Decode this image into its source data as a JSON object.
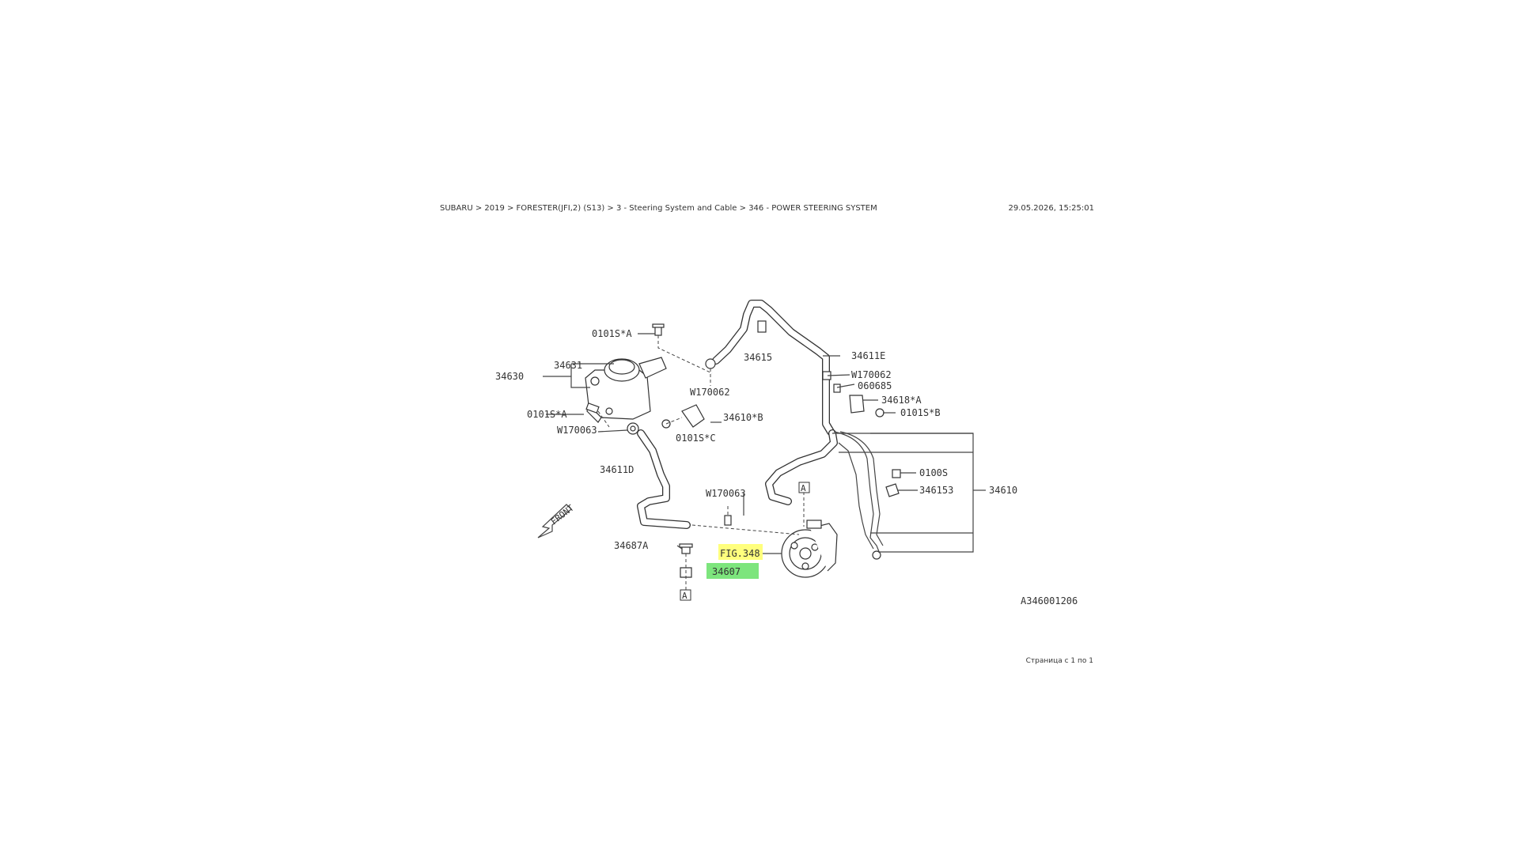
{
  "header": {
    "breadcrumb": "SUBARU > 2019 > FORESTER(JFI,2) (S13) > 3 - Steering System and Cable > 346 - POWER STEERING SYSTEM",
    "timestamp": "29.05.2026, 15:25:01"
  },
  "footer": {
    "page_info": "Страница с 1 по 1"
  },
  "diagram": {
    "figure_id": "A346001206",
    "front_label": "FRONT",
    "ref_marker": "A",
    "highlight_colors": {
      "yellow": "#ffff66",
      "green": "#66e066"
    },
    "labels": {
      "p0101s_a_top": "0101S*A",
      "p34631": "34631",
      "p34630": "34630",
      "p0101s_a_left": "0101S*A",
      "p_w170063_left": "W170063",
      "p34611d": "34611D",
      "p34687a": "34687A",
      "p34615": "34615",
      "p_w170062_mid": "W170062",
      "p34610b": "34610*B",
      "p0101s_c": "0101S*C",
      "p_w170063_mid": "W170063",
      "p_fig348": "FIG.348",
      "p34607": "34607",
      "p34611e": "34611E",
      "p_w170062_right": "W170062",
      "p060685": "060685",
      "p34618a": "34618*A",
      "p0101s_b": "0101S*B",
      "p0100s": "0100S",
      "p346153": "346153",
      "p34610": "34610"
    }
  }
}
